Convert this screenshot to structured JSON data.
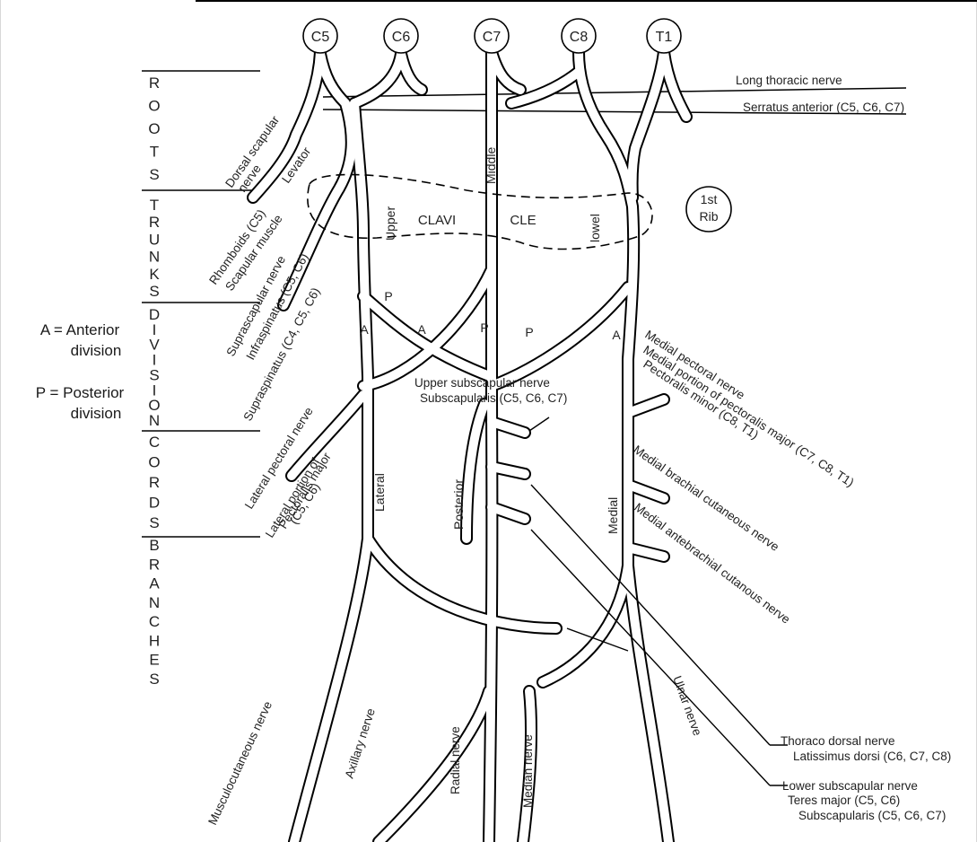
{
  "frame": {
    "border_color": "#000000"
  },
  "roots": [
    "C5",
    "C6",
    "C7",
    "C8",
    "T1"
  ],
  "sections": {
    "roots": "ROOTS",
    "trunks": "TRUNKS",
    "divisions": "DIVISION",
    "cords": "CORDS",
    "branches": "BRANCHES"
  },
  "legend": {
    "a_line1": "A = Anterior",
    "a_line2": "division",
    "p_line1": "P = Posterior",
    "p_line2": "division"
  },
  "clavicle": {
    "part1": "CLAVI",
    "part2": "CLE"
  },
  "rib": {
    "line1": "1st",
    "line2": "Rib"
  },
  "trunks": {
    "upper": "Upper",
    "middle": "Middle",
    "lower": "lowel"
  },
  "division_markers": {
    "p1": "P",
    "a1": "A",
    "a2": "A",
    "p2": "P",
    "p3": "P",
    "a3": "A"
  },
  "cords": {
    "lateral": "Lateral",
    "posterior": "Posterior",
    "medial": "Medial"
  },
  "labels": {
    "long_thoracic": "Long thoracic nerve",
    "serratus": "Serratus anterior (C5, C6, C7)",
    "dorsal_scapular_1": "Dorsal scapular",
    "dorsal_scapular_2": "nerve",
    "levator": "Levator",
    "rhomboids": "Rhomboids (C5)",
    "scapular_muscle": "Scapular muscle",
    "suprascapular": "Suprascapular nerve",
    "supraspinatus_c5": "(C5, C6)",
    "infraspinatus": "Infraspinatus (C5, C6)",
    "supraspinatus": "Supraspinatus (C4, C5, C6)",
    "upper_subscapular": "Upper subscapular nerve",
    "subscapularis_upper": "Subscapularis (C5, C6, C7)",
    "medial_pectoral": "Medial pectoral nerve",
    "medial_portion": "Medial portion of pectoralis major (C7, C8, T1)",
    "pectoralis_minor": "Pectoralis minor (C8, T1)",
    "medial_brachial": "Medial brachial cutaneous nerve",
    "medial_antebrachial": "Medial antebrachial cutanous nerve",
    "lateral_pectoral": "Lateral pectoral nerve",
    "lateral_portion_1": "Lateral portion of",
    "lateral_portion_2": "Pectoralis major",
    "lateral_portion_3": "(C5, C6)",
    "thoraco_dorsal": "Thoraco dorsal nerve",
    "latissimus": "Latissimus dorsi (C6, C7, C8)",
    "lower_subscapular": "Lower subscapular nerve",
    "teres_major": "Teres major (C5, C6)",
    "subscapularis_lower": "Subscapularis (C5, C6, C7)",
    "musculocutaneous": "Musculocutaneous nerve",
    "axillary": "Axillary nerve",
    "radial": "Radial nerve",
    "median": "Median nerve",
    "ulnar": "Ulnar nerve"
  }
}
